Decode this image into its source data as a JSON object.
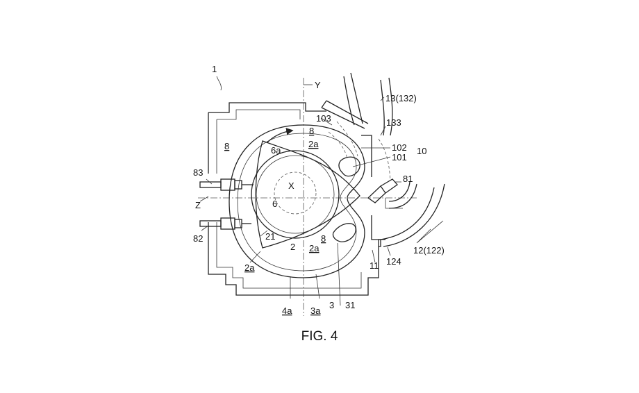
{
  "caption": "FIG. 4",
  "labels": {
    "l_1": "1",
    "l_Y": "Y",
    "l_13": "13(132)",
    "l_103": "103",
    "l_133": "133",
    "l_102": "102",
    "l_10": "10",
    "l_101": "101",
    "l_8_top": "8",
    "l_2a_top": "2a",
    "l_8_left": "8",
    "l_6a": "6a",
    "l_X": "X",
    "l_6": "6",
    "l_83": "83",
    "l_Z": "Z",
    "l_82": "82",
    "l_81": "81",
    "l_21": "21",
    "l_2": "2",
    "l_2a_mid": "2a",
    "l_8_mid": "8",
    "l_2a_left": "2a",
    "l_4a": "4a",
    "l_3a": "3a",
    "l_3": "3",
    "l_31": "31",
    "l_11": "11",
    "l_124": "124",
    "l_12": "12(122)"
  }
}
